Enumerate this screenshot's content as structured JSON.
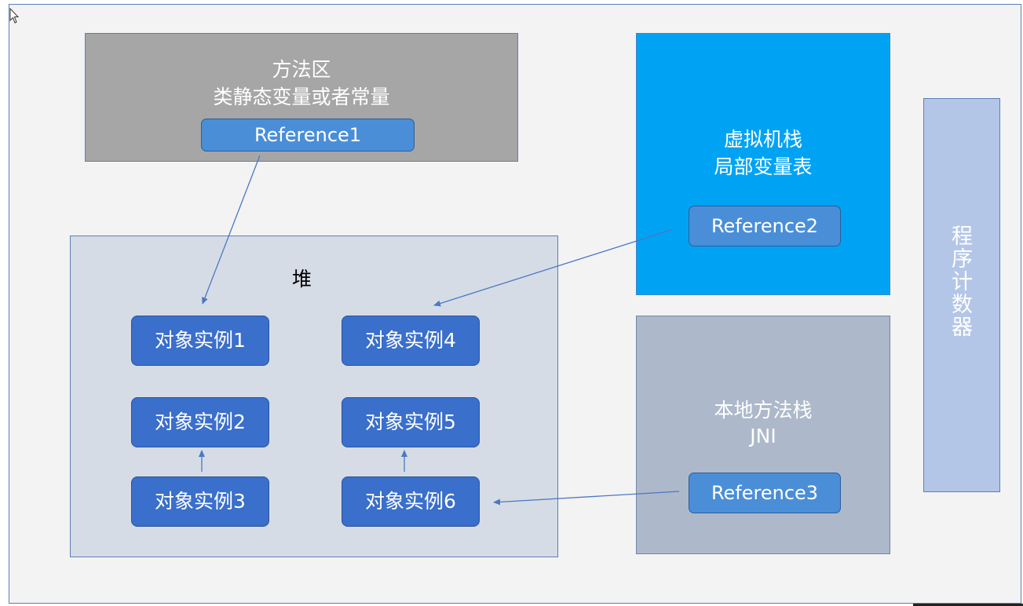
{
  "method_area": {
    "title": "方法区",
    "subtitle": "类静态变量或者常量",
    "reference": "Reference1"
  },
  "vm_stack": {
    "title": "虚拟机栈",
    "subtitle": "局部变量表",
    "reference": "Reference2"
  },
  "native_stack": {
    "title": "本地方法栈",
    "subtitle": "JNI",
    "reference": "Reference3"
  },
  "pc_register": {
    "label": "程序计数器"
  },
  "heap": {
    "label": "堆",
    "objects": [
      "对象实例1",
      "对象实例2",
      "对象实例3",
      "对象实例4",
      "对象实例5",
      "对象实例6"
    ]
  },
  "colors": {
    "method_area": "#a6a6a6",
    "vm_stack": "#00a3f4",
    "native_stack": "#adb9ca",
    "pc_register": "#b4c6e7",
    "heap": "#d6dce5",
    "object": "#3a6fcb",
    "reference": "#4a8ed8",
    "arrow": "#4a78c4"
  }
}
